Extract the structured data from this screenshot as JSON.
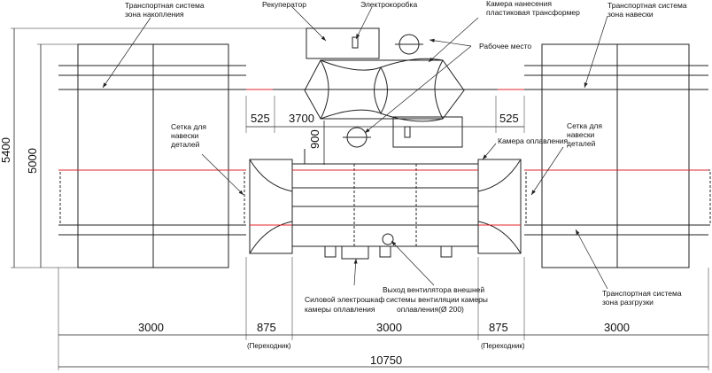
{
  "labels": {
    "accum_transport": [
      "Транспортная система",
      "зона накопления"
    ],
    "recuperator": "Рекуператор",
    "electrobox": "Электрокоробка",
    "coating_chamber": [
      "Камера нанесения",
      "пластиковая трансформер"
    ],
    "workplace": "Рабочее место",
    "hang_transport": [
      "Транспортная система",
      "зона навески"
    ],
    "grid_left": [
      "Сетка для",
      "навески",
      "деталей"
    ],
    "grid_right": [
      "Сетка для",
      "навески",
      "деталей"
    ],
    "melt_chamber": "Камера оплавления",
    "unload_transport": [
      "Транспортная система",
      "зона разгрузки"
    ],
    "power_cabinet": [
      "Силовой электрошкаф",
      "камеры оплавления"
    ],
    "fan_outlet": [
      "Выход вентилятора внешней",
      "системы вентиляции камеры",
      "оплавления(Ø  200)"
    ]
  },
  "dimensions": {
    "d525_left": "525",
    "d3700": "3700",
    "d525_right": "525",
    "d900": "900",
    "d5400": "5400",
    "d5000": "5000",
    "b3000_left": "3000",
    "b875_left": "875",
    "b3000_mid": "3000",
    "b875_right": "875",
    "b3000_right": "3000",
    "total": "10750",
    "adapter_left": "(Переходник)",
    "adapter_right": "(Переходник)"
  },
  "colors": {
    "line": "#222222",
    "accent_red": "#e0262b"
  }
}
